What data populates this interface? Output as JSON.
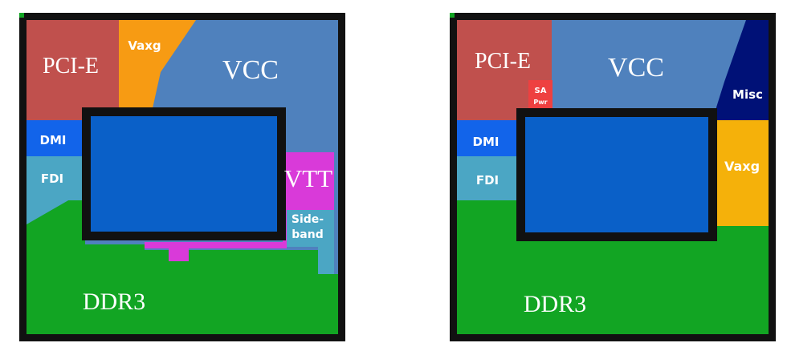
{
  "diagram_left": {
    "labels": {
      "pcie": "PCI-E",
      "vaxg": "Vaxg",
      "vcc": "VCC",
      "dmi": "DMI",
      "fdi": "FDI",
      "vtt": "VTT",
      "sideband_line1": "Side-",
      "sideband_line2": "band",
      "ddr3": "DDR3"
    }
  },
  "diagram_right": {
    "labels": {
      "pcie": "PCI-E",
      "vcc": "VCC",
      "sa_pwr_line1": "SA",
      "sa_pwr_line2": "Pwr",
      "misc": "Misc",
      "dmi": "DMI",
      "fdi": "FDI",
      "vaxg": "Vaxg",
      "ddr3": "DDR3"
    }
  },
  "colors": {
    "pcie": "#c0504d",
    "vaxg_left": "#f79b13",
    "vaxg_right": "#f5b10a",
    "vcc": "#4f81bd",
    "dmi": "#1264ea",
    "fdi": "#4ba6c4",
    "vtt": "#d93ad9",
    "sideband": "#4ba6c4",
    "ddr3": "#12a523",
    "die": "#0a60c8",
    "misc": "#001177",
    "sa_pwr": "#ee4040",
    "frame": "#111111"
  }
}
